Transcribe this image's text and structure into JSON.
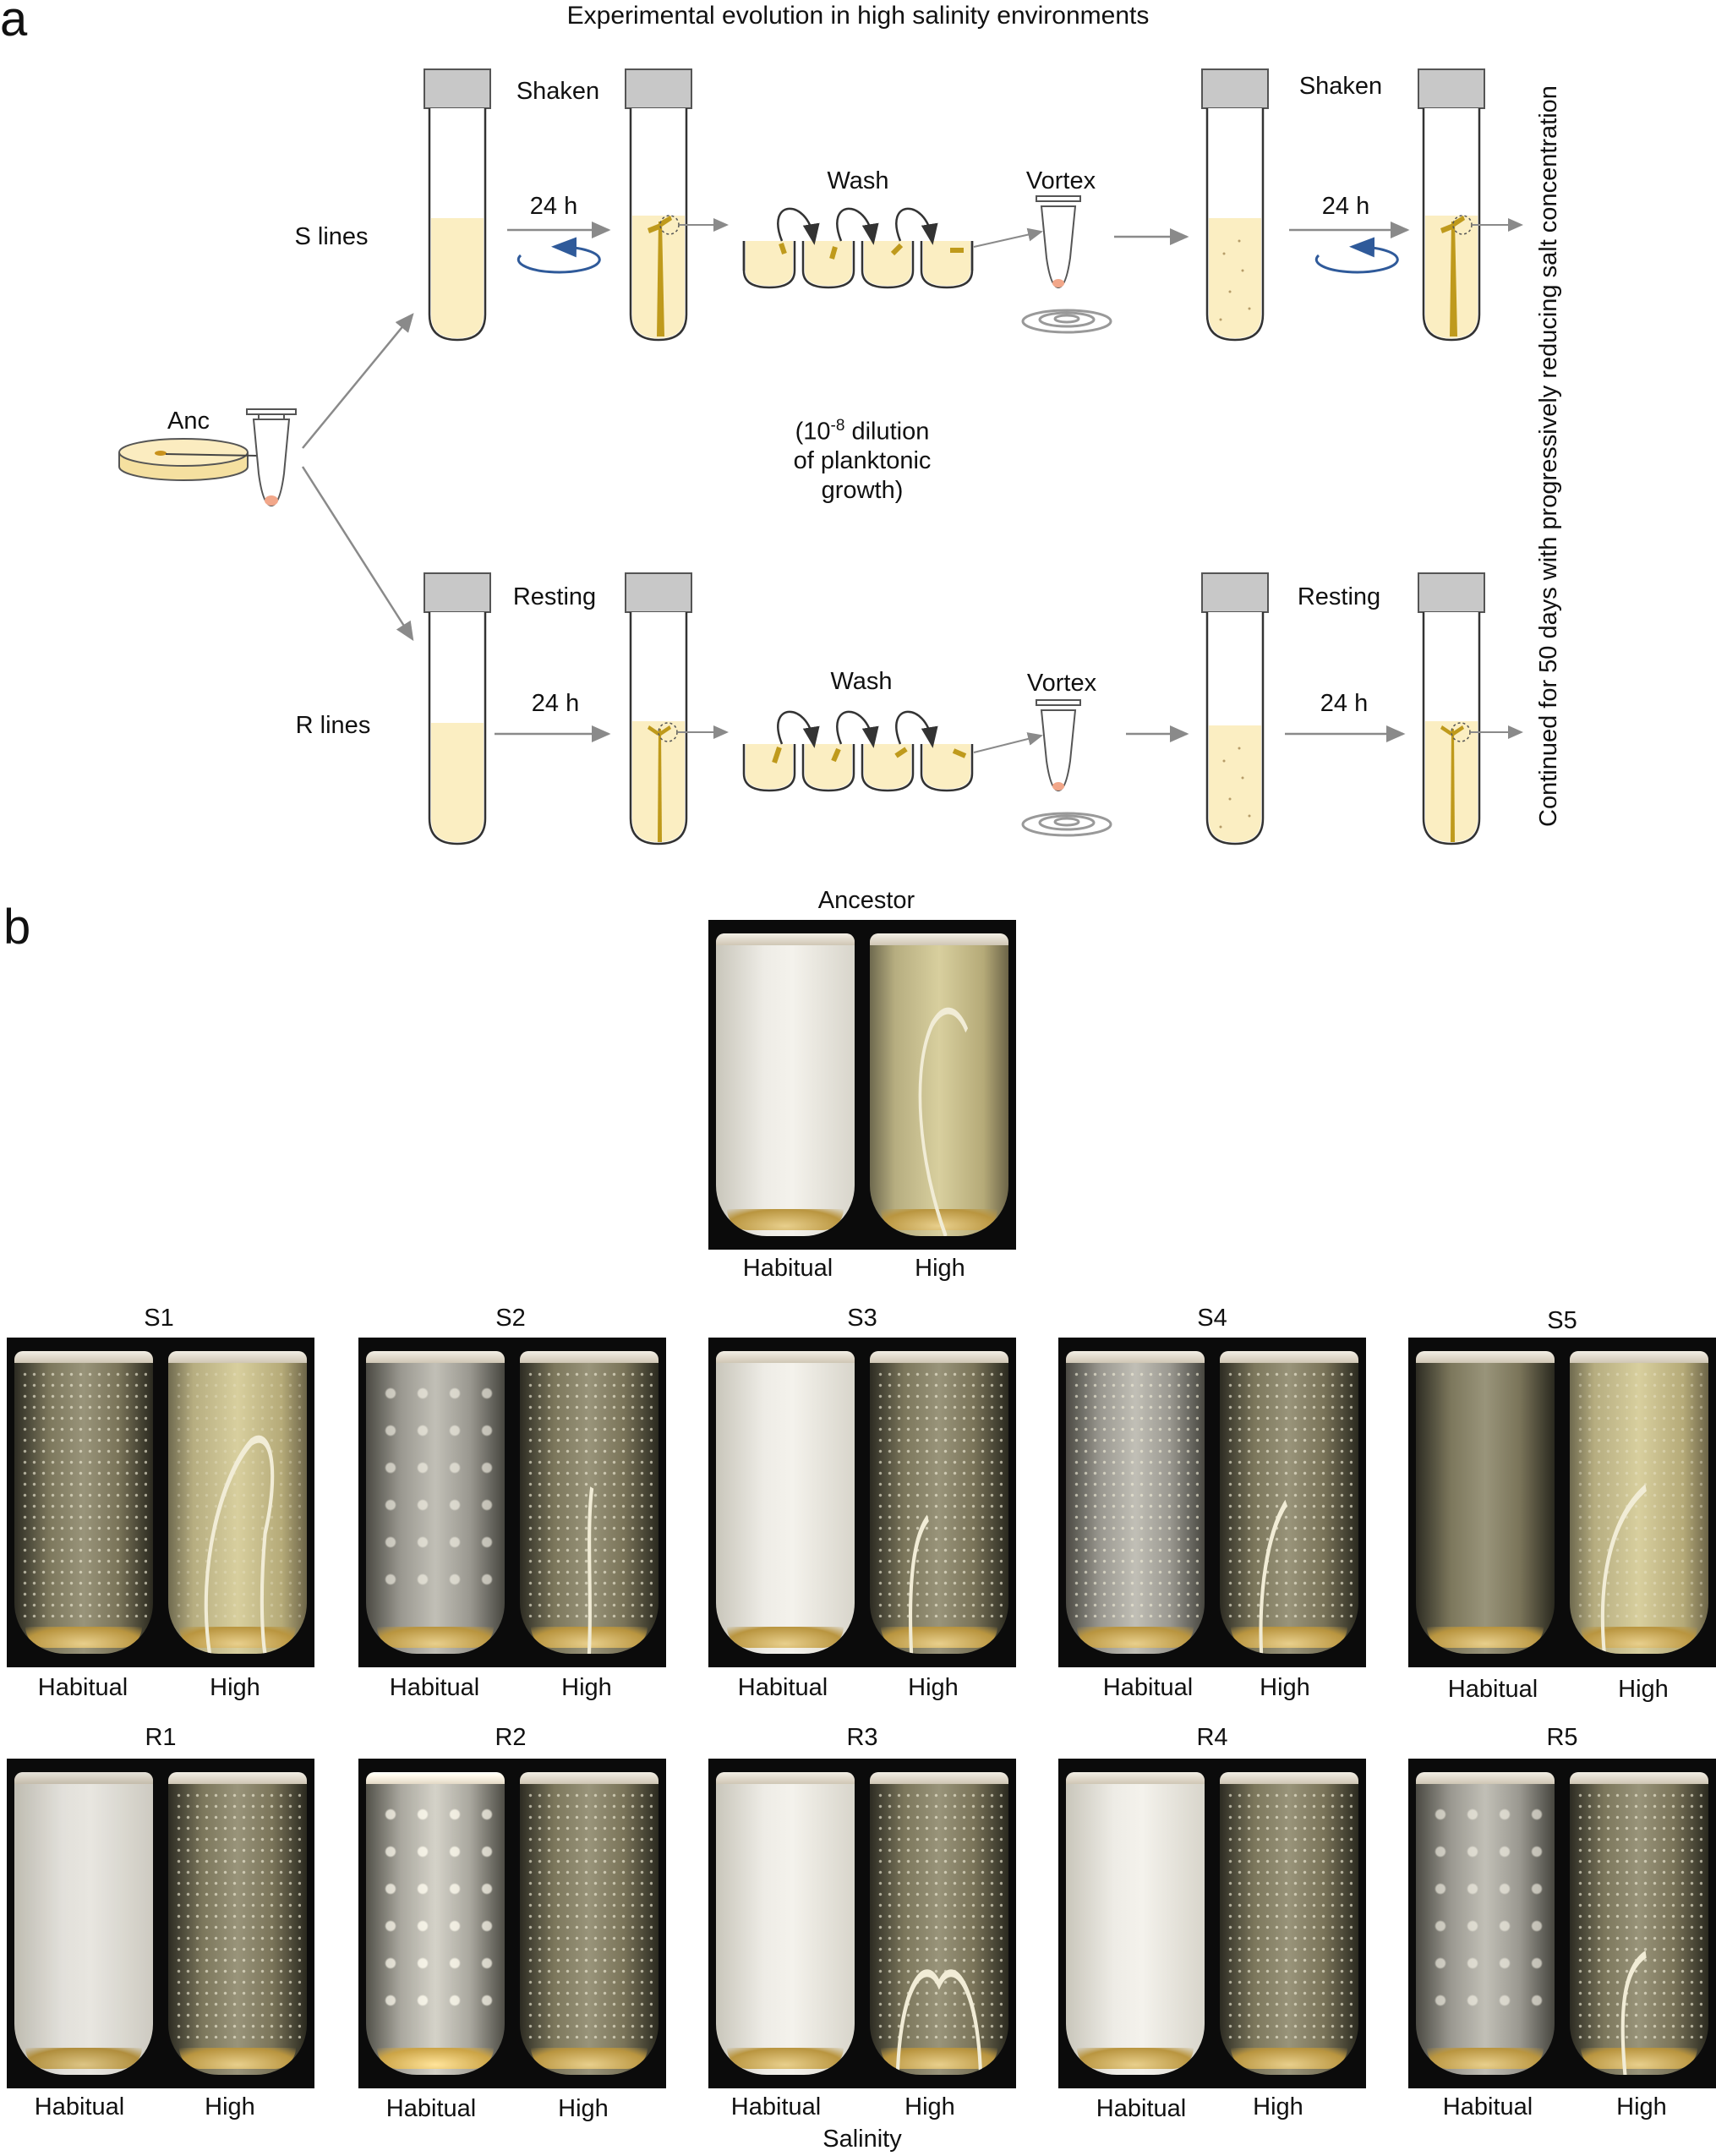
{
  "panel_a": {
    "letter": "a",
    "title": "Experimental evolution in high salinity environments",
    "s_lines_label": "S lines",
    "r_lines_label": "R lines",
    "ancestor_label": "Anc",
    "shaken_label": "Shaken",
    "resting_label": "Resting",
    "incubation_label": "24 h",
    "wash_label": "Wash",
    "vortex_label": "Vortex",
    "dilution_note_prefix": "(10",
    "dilution_note_exponent": "-8",
    "dilution_note_line1_suffix": " dilution",
    "dilution_note_line2": "of planktonic",
    "dilution_note_line3": "growth)",
    "side_note": "Continued for 50 days with progressively reducing salt concentration"
  },
  "panel_b": {
    "letter": "b",
    "ancestor_title": "Ancestor",
    "label_habitual": "Habitual",
    "label_high": "High",
    "x_axis_label": "Salinity",
    "s_row": [
      "S1",
      "S2",
      "S3",
      "S4",
      "S5"
    ],
    "r_row": [
      "R1",
      "R2",
      "R3",
      "R4",
      "R5"
    ]
  },
  "colors": {
    "medium": "#fbeec2",
    "biofilm": "#bf9a1c",
    "tube_cap": "#c8c8c8",
    "rotation_arrow": "#2f5a9a",
    "arrow": "#8a8a8a"
  }
}
